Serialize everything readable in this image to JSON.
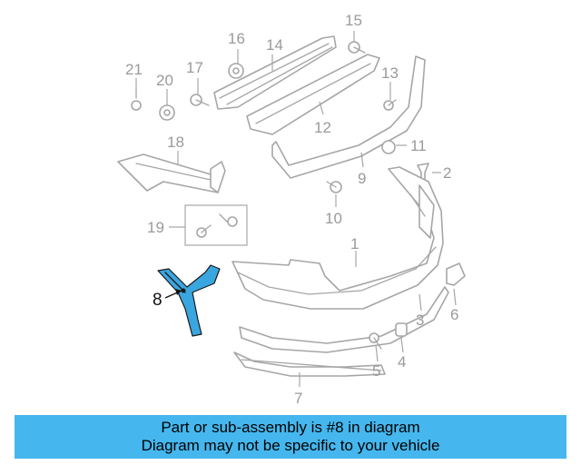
{
  "callouts": {
    "c1": "1",
    "c2": "2",
    "c3": "3",
    "c4": "4",
    "c5": "5",
    "c6": "6",
    "c7": "7",
    "c8": "8",
    "c9": "9",
    "c10": "10",
    "c11": "11",
    "c12": "12",
    "c13": "13",
    "c14": "14",
    "c15": "15",
    "c16": "16",
    "c17": "17",
    "c18": "18",
    "c19": "19",
    "c20": "20",
    "c21": "21"
  },
  "caption": {
    "line1": "Part or sub-assembly is #8 in diagram",
    "line2": "Diagram may not be specific to your vehicle"
  },
  "colors": {
    "highlight": "#3aa6e0",
    "caption_bg": "#45b7ee",
    "line_gray": "#a6a6a6"
  }
}
